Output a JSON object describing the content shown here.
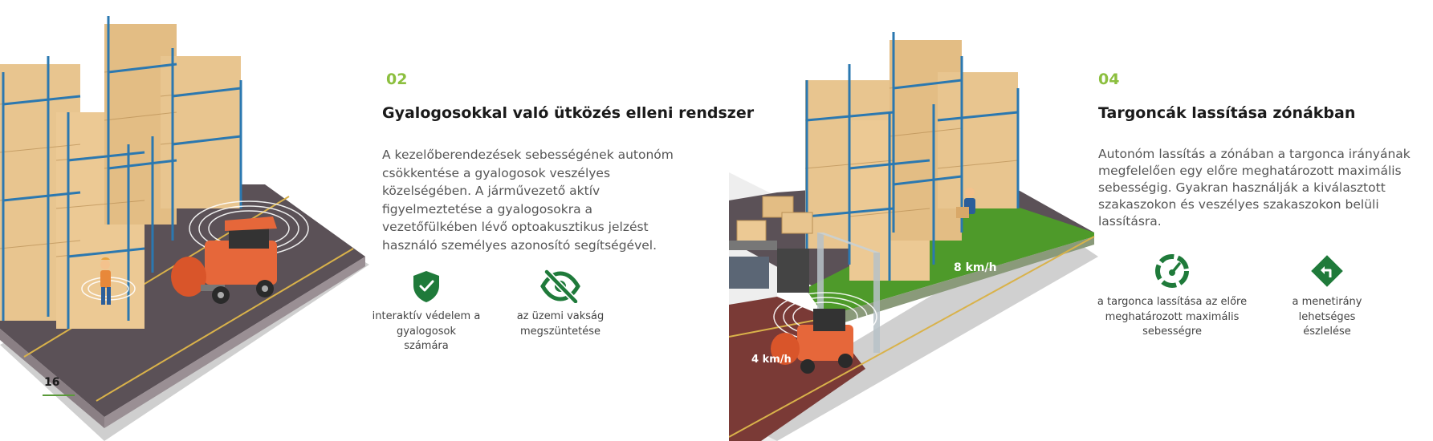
{
  "page": {
    "number": "16"
  },
  "sections": [
    {
      "number": "02",
      "title": "Gyalogosokkal való ütközés elleni rendszer",
      "body_lines": [
        "A kezelőberendezések sebességének autonóm",
        "csökkentése a gyalogosok veszélyes",
        "közelségében. A járművezető aktív",
        "figyelmeztetése a gyalogosokra a",
        "vezetőfülkében lévő optoakusztikus jelzést",
        "használó személyes azonosító segítségével."
      ],
      "features": [
        {
          "icon": "shield-check-icon",
          "label_lines": [
            "interaktív védelem a",
            "gyalogosok",
            "számára"
          ]
        },
        {
          "icon": "eye-off-icon",
          "label_lines": [
            "az üzemi vakság",
            "megszüntetése"
          ]
        }
      ]
    },
    {
      "number": "04",
      "title": "Targoncák lassítása zónákban",
      "body_lines": [
        "Autonóm lassítás a zónában a targonca irányának",
        "megfelelően egy előre meghatározott maximális",
        "sebességig. Gyakran használják a kiválasztott",
        "szakaszokon és veszélyes szakaszokon belüli",
        "lassításra."
      ],
      "features": [
        {
          "icon": "speedometer-icon",
          "label_lines": [
            "a targonca lassítása az előre",
            "meghatározott maximális",
            "sebességre"
          ]
        },
        {
          "icon": "direction-sign-icon",
          "label_lines": [
            "a menetirány",
            "lehetséges",
            "észlelése"
          ]
        }
      ]
    }
  ],
  "illustration_right": {
    "speed_fast": "8 km/h",
    "speed_slow": "4 km/h"
  },
  "colors": {
    "accent_green": "#8cbf3f",
    "icon_green": "#1f7a3a",
    "zone_green": "#4e9a2a",
    "zone_red": "#7a3a36",
    "rack_blue": "#2b78b0",
    "box_tan": "#e8c58f",
    "floor_dark": "#5b5157"
  }
}
